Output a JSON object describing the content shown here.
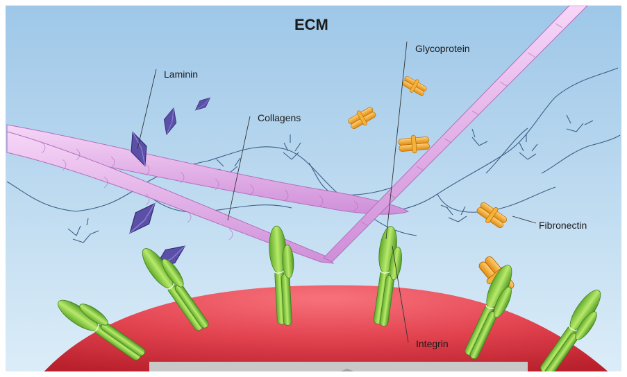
{
  "diagram": {
    "title": "ECM",
    "labels": {
      "laminin": "Laminin",
      "collagens": "Collagens",
      "glycoprotein": "Glycoprotein",
      "fibronectin": "Fibronectin",
      "integrin": "Integrin"
    },
    "colors": {
      "sky_top": "#a9cde9",
      "sky_bottom": "#d6eaf8",
      "cell": "#e2434f",
      "collagen": "#e6b3ec",
      "laminin": "#5b4fa8",
      "glycoprotein": "#f0a020",
      "integrin": "#8fcf3c",
      "fiber": "#3b5f86"
    }
  }
}
